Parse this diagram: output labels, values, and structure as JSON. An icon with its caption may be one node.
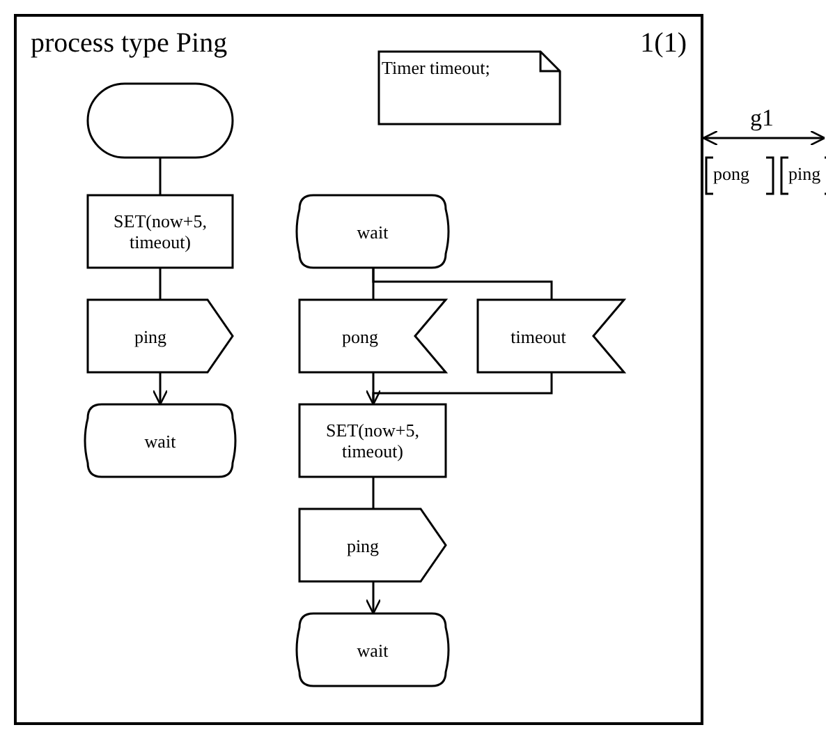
{
  "diagram": {
    "nodes": [
      {
        "text": [
          "process type Ping",
          "1(1)"
        ]
      },
      {
        "text": [
          "Timer timeout;"
        ],
        "in": 0
      },
      {
        "text": [],
        "shape": "oval",
        "in": 0
      },
      {
        "text": [
          "SET(now+5, timeout)"
        ],
        "in": 0
      },
      {
        "text": [
          "ping"
        ],
        "in": 0
      },
      {
        "text": [
          "wait"
        ],
        "in": 0
      },
      {
        "text": [
          "wait"
        ],
        "in": 0
      },
      {
        "text": [
          "pong"
        ],
        "in": 0
      },
      {
        "text": [
          "timeout"
        ],
        "in": 0
      },
      {
        "text": [
          "SET(now+5, timeout)"
        ],
        "in": 0
      },
      {
        "text": [
          "ping"
        ],
        "in": 0
      },
      {
        "text": [
          "wait"
        ],
        "in": 0
      }
    ],
    "edges": [
      {
        "from": 2,
        "to": 3,
        "arrow": "none"
      },
      {
        "from": 3,
        "to": 4,
        "arrow": "none"
      },
      {
        "from": 4,
        "to": 5,
        "arrow": "to"
      },
      {
        "from": 6,
        "to": 7,
        "arrow": "none"
      },
      {
        "from": 6,
        "to": 8,
        "arrow": "none"
      },
      {
        "from": 7,
        "to": 9,
        "arrow": "none"
      },
      {
        "from": 8,
        "to": 9,
        "arrow": "to"
      },
      {
        "from": 9,
        "to": 10,
        "arrow": "none"
      },
      {
        "from": 10,
        "to": 11,
        "arrow": "to"
      },
      {
        "from": 0,
        "to": null,
        "label": "g1",
        "arrow": "both"
      }
    ],
    "labels": [
      "pong",
      "ping"
    ]
  }
}
